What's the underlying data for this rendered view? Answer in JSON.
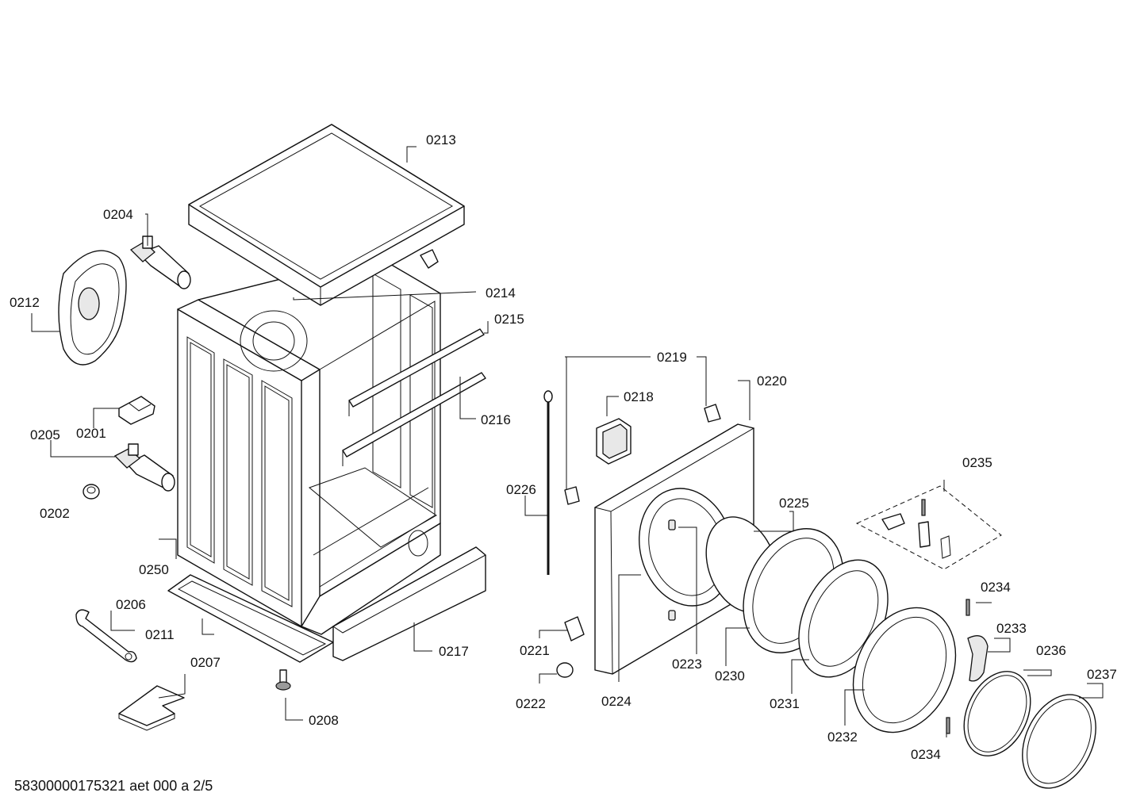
{
  "document_id": "58300000175321 aet 000 a 2/5",
  "callouts": {
    "c0201": "0201",
    "c0202": "0202",
    "c0204": "0204",
    "c0205": "0205",
    "c0206": "0206",
    "c0207": "0207",
    "c0208": "0208",
    "c0211": "0211",
    "c0212": "0212",
    "c0213": "0213",
    "c0214": "0214",
    "c0215": "0215",
    "c0216": "0216",
    "c0217": "0217",
    "c0218": "0218",
    "c0219": "0219",
    "c0220": "0220",
    "c0221": "0221",
    "c0222": "0222",
    "c0223": "0223",
    "c0224": "0224",
    "c0225": "0225",
    "c0226": "0226",
    "c0230": "0230",
    "c0231": "0231",
    "c0232": "0232",
    "c0233": "0233",
    "c0234a": "0234",
    "c0234b": "0234",
    "c0235": "0235",
    "c0236": "0236",
    "c0237": "0237",
    "c0250": "0250"
  }
}
